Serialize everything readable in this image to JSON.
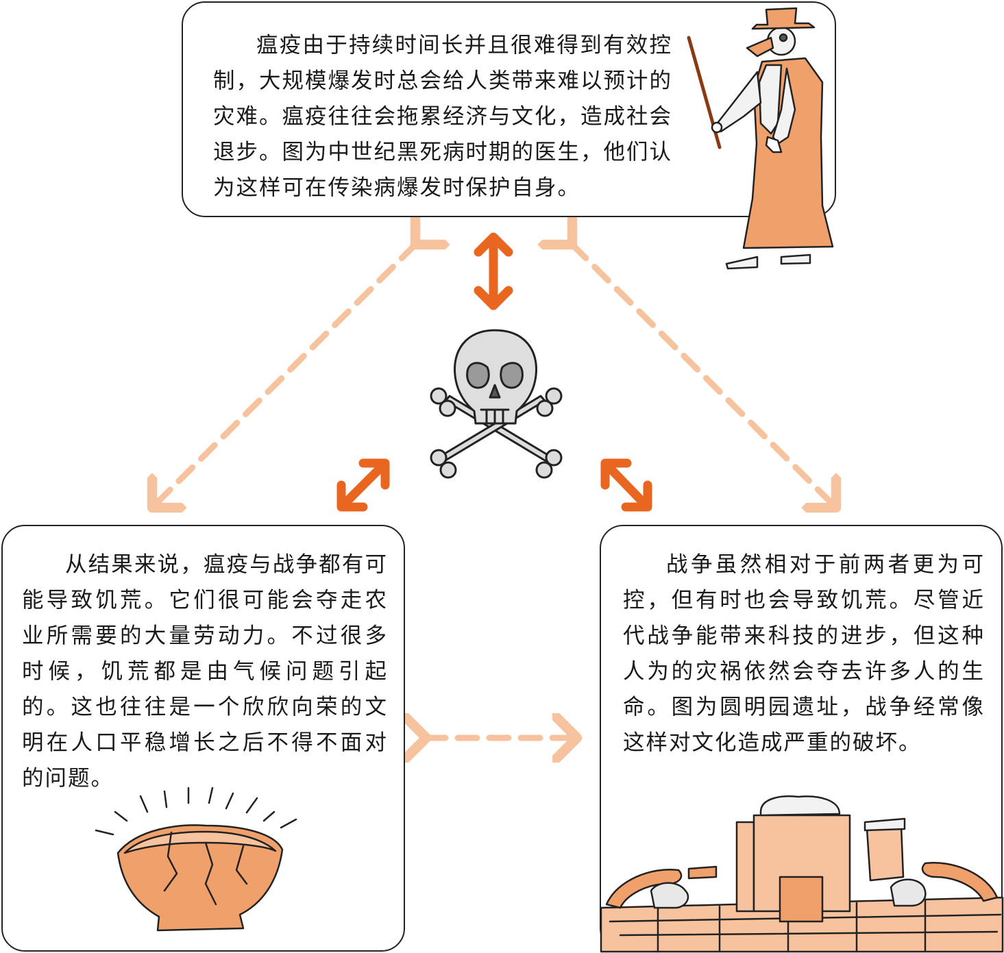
{
  "panels": {
    "top": {
      "text": "瘟疫由于持续时间长并且很难得到有效控制，大规模爆发时总会给人类带来难以预计的灾难。瘟疫往往会拖累经济与文化，造成社会退步。图为中世纪黑死病时期的医生，他们认为这样可在传染病爆发时保护自身。"
    },
    "left": {
      "text": "从结果来说，瘟疫与战争都有可能导致饥荒。它们很可能会夺走农业所需要的大量劳动力。不过很多时候，饥荒都是由气候问题引起的。这也往往是一个欣欣向荣的文明在人口平稳增长之后不得不面对的问题。"
    },
    "right": {
      "text": "战争虽然相对于前两者更为可控，但有时也会导致饥荒。尽管近代战争能带来科技的进步，但这种人为的灾祸依然会夺去许多人的生命。图为圆明园遗址，战争经常像这样对文化造成严重的破坏。"
    }
  },
  "colors": {
    "strong_arrow": "#e8661f",
    "dashed_arrow": "#f6c39e",
    "illustration_fill": "#f0a06a",
    "border": "#222222",
    "skull": "#d9d9d9"
  },
  "icons": [
    "plague-doctor-illustration",
    "skull-crossbones-icon",
    "cracked-bowl-illustration",
    "ruins-illustration"
  ]
}
